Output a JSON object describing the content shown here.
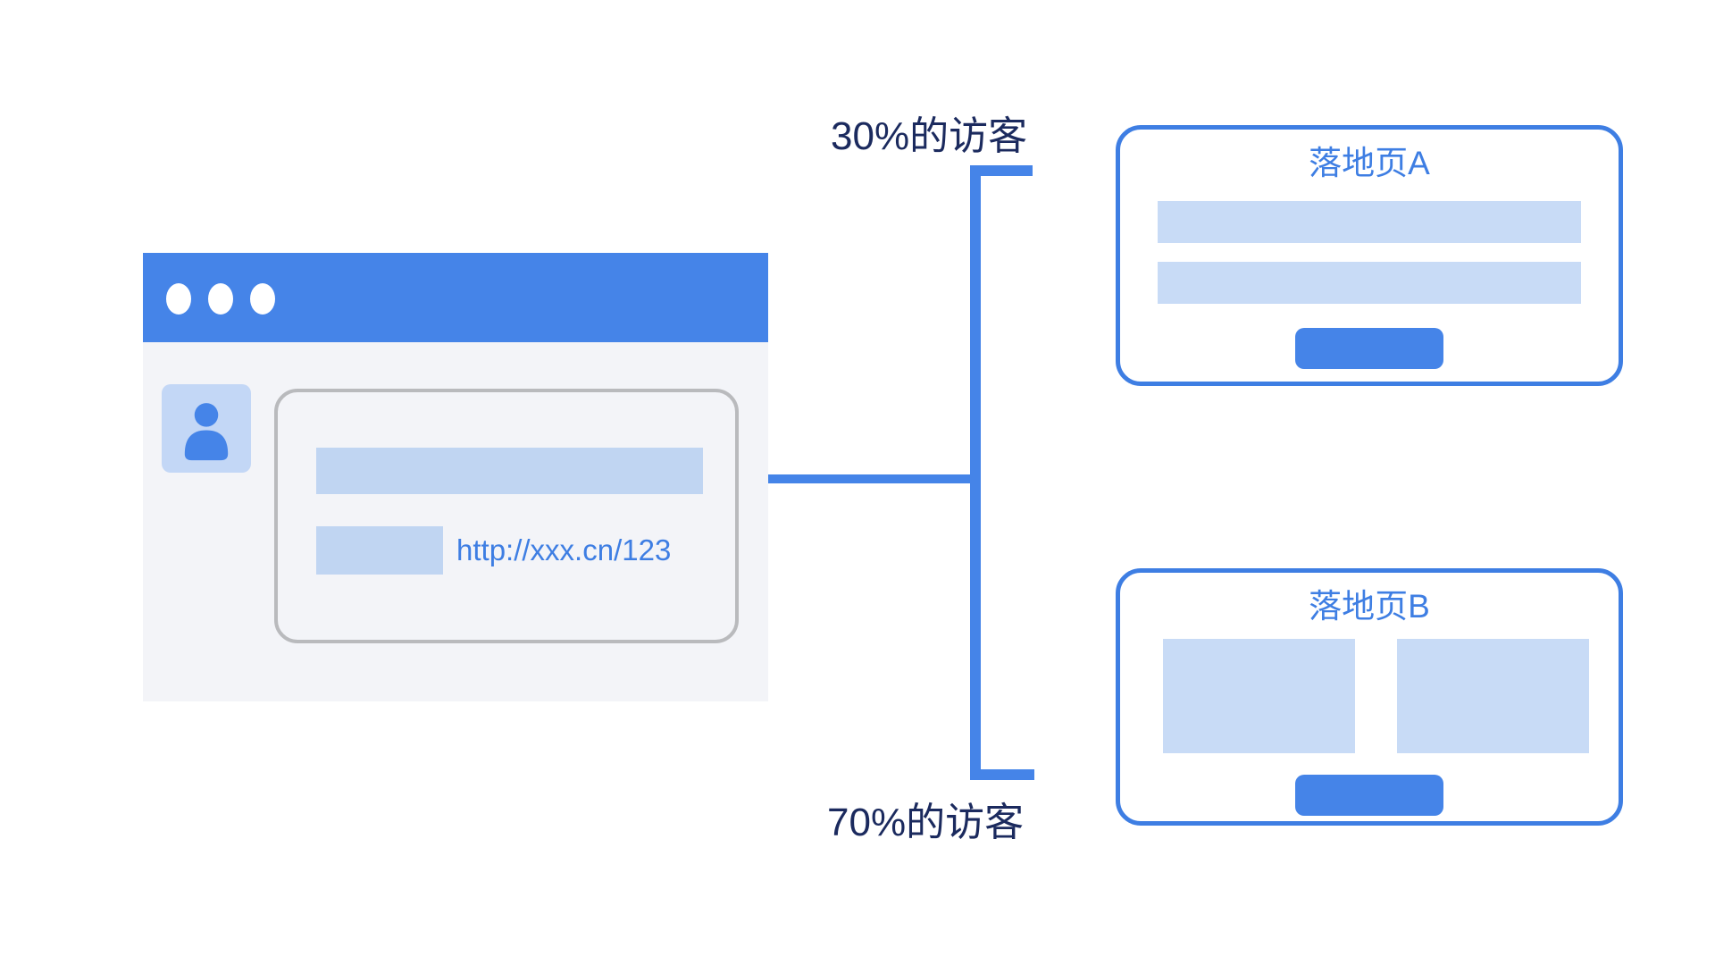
{
  "diagram_type": "ab-test-traffic-split",
  "browser": {
    "window_controls": [
      "dot",
      "dot",
      "dot"
    ],
    "message": {
      "url": "http://xxx.cn/123"
    }
  },
  "split": {
    "top_label": "30%的访客",
    "bottom_label": "70%的访客"
  },
  "cards": [
    {
      "title": "落地页A",
      "layout": "two-text-bars-with-button"
    },
    {
      "title": "落地页B",
      "layout": "two-image-blocks-with-button"
    }
  ],
  "colors": {
    "primary_blue": "#4584E8",
    "accent_blue": "#3E7EE3",
    "light_blue": "#C0D5F2",
    "lighter_blue": "#C8DBF6",
    "navy_text": "#1B2A5E",
    "browser_body": "#F3F4F8",
    "bubble_border": "#B9BABD"
  }
}
